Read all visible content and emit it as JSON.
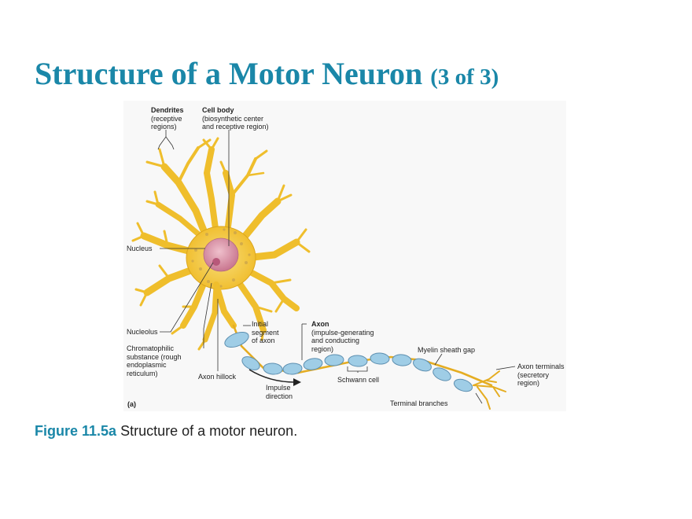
{
  "title": {
    "main": "Structure of a Motor Neuron",
    "sub": "(3 of 3)"
  },
  "figure": {
    "panel": "(a)",
    "labels": {
      "dendrites": {
        "bold": "Dendrites",
        "text": "(receptive\nregions)"
      },
      "cell_body": {
        "bold": "Cell body",
        "text": "(biosynthetic center\nand receptive region)"
      },
      "nucleus": "Nucleus",
      "nucleolus": "Nucleolus",
      "chromatophilic": "Chromatophilic\nsubstance (rough\nendoplasmic\nreticulum)",
      "axon_hillock": "Axon hillock",
      "initial_segment": "Initial\nsegment\nof axon",
      "axon": {
        "bold": "Axon",
        "text": "(impulse-generating\nand conducting\nregion)"
      },
      "impulse_direction": "Impulse\ndirection",
      "schwann_cell": "Schwann cell",
      "myelin_gap": "Myelin sheath gap",
      "axon_terminals": "Axon terminals\n(secretory\nregion)",
      "terminal_branches": "Terminal branches"
    },
    "colors": {
      "cell": "#f2c12e",
      "cell_edge": "#d9a21a",
      "nucleus": "#d98fa6",
      "myelin": "#9fcde6",
      "myelin_edge": "#5d8fb0"
    }
  },
  "caption": {
    "figure_number": "Figure 11.5a",
    "text": "Structure of a motor neuron."
  }
}
